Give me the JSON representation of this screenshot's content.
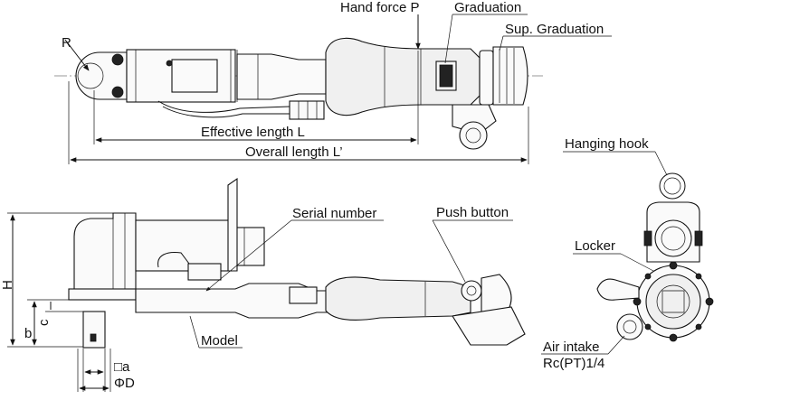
{
  "labels": {
    "hand_force": "Hand force P",
    "graduation": "Graduation",
    "sup_graduation": "Sup. Graduation",
    "radius": "R",
    "effective_length": "Effective length L",
    "overall_length": "Overall length L’",
    "hanging_hook": "Hanging hook",
    "serial_number": "Serial number",
    "push_button": "Push button",
    "locker": "Locker",
    "height": "H",
    "dim_b": "b",
    "dim_c": "c",
    "model": "Model",
    "air_intake": "Air intake",
    "air_thread": "Rc(PT)1/4",
    "square_a": "□a",
    "diameter_d": "ΦD"
  }
}
